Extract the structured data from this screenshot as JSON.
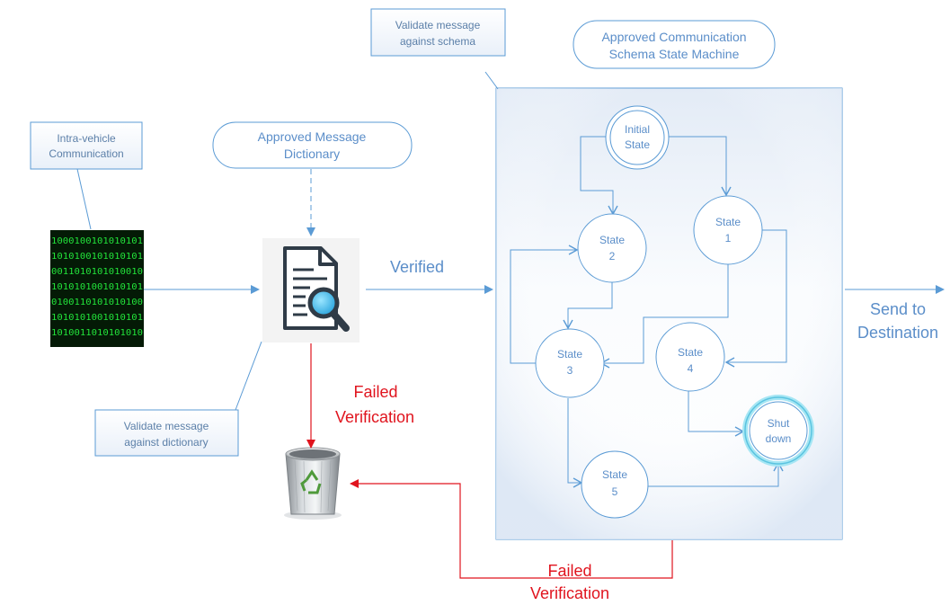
{
  "callouts": {
    "intra_vehicle": [
      "Intra-vehicle",
      "Communication"
    ],
    "validate_dictionary": [
      "Validate message",
      "against dictionary"
    ],
    "validate_schema": [
      "Validate message",
      "against schema"
    ]
  },
  "pills": {
    "dictionary": [
      "Approved Message",
      "Dictionary"
    ],
    "schema": [
      "Approved Communication",
      "Schema State Machine"
    ]
  },
  "binary_lines": [
    "1000100101010101",
    "1010100101010101",
    "0011010101010010",
    "1010101001010101",
    "0100110101010100",
    "1010101001010101",
    "1010011010101010"
  ],
  "labels": {
    "verified": "Verified",
    "send_to": [
      "Send to",
      "Destination"
    ],
    "failed_top": [
      "Failed",
      "Verification"
    ],
    "failed_bottom": [
      "Failed",
      "Verification"
    ]
  },
  "states": {
    "initial": [
      "Initial",
      "State"
    ],
    "s1": [
      "State",
      "1"
    ],
    "s2": [
      "State",
      "2"
    ],
    "s3": [
      "State",
      "3"
    ],
    "s4": [
      "State",
      "4"
    ],
    "s5": [
      "State",
      "5"
    ],
    "shutdown": [
      "Shut",
      "down"
    ]
  },
  "colors": {
    "line": "#5b9bd5",
    "red": "#e0141e",
    "text": "#5b8ec9",
    "binary_bg": "#041a06",
    "binary_fg": "#22e23a"
  },
  "icons": {
    "document": "document-search-icon",
    "trash": "recycle-bin-icon"
  }
}
